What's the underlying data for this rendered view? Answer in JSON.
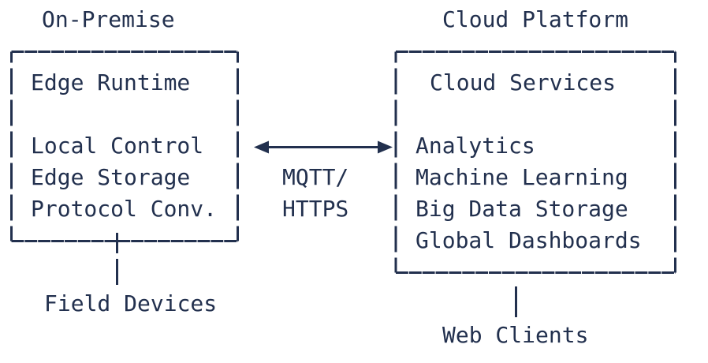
{
  "colors": {
    "ink": "#22304e",
    "background": "#ffffff"
  },
  "diagram": {
    "on_premise": {
      "title": "On-Premise",
      "box": {
        "header": "Edge Runtime",
        "items": [
          "Local Control",
          "Edge Storage",
          "Protocol Conv."
        ]
      },
      "connected_label": "Field Devices"
    },
    "cloud": {
      "title": "Cloud Platform",
      "box": {
        "header": "Cloud Services",
        "items": [
          "Analytics",
          "Machine Learning",
          "Big Data Storage",
          "Global Dashboards"
        ]
      },
      "connected_label": "Web Clients"
    },
    "connection": {
      "type": "bidirectional-arrow",
      "protocols": [
        "MQTT/",
        "HTTPS"
      ]
    }
  }
}
